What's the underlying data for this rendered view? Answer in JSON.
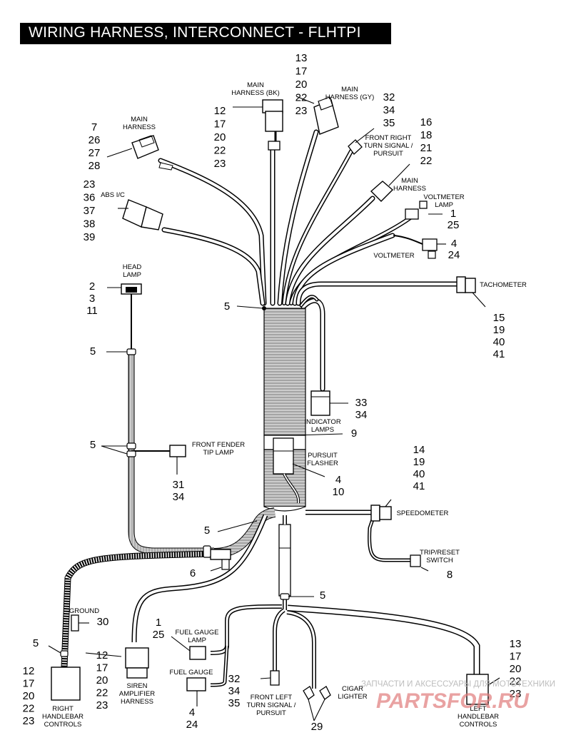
{
  "title": "WIRING HARNESS, INTERCONNECT - FLHTPI",
  "watermark": {
    "top": "ЗАПЧАСТИ И АКСЕССУАРЫ ДЛЯ МОТОТЕХНИКИ",
    "logo": "PARTSFOR.RU"
  },
  "labels": {
    "main_harness_bk": [
      "MAIN",
      "HARNESS (BK)"
    ],
    "main_harness_gy": [
      "MAIN",
      "HARNESS (GY)"
    ],
    "main_harness_left": [
      "MAIN",
      "HARNESS"
    ],
    "main_harness_right": [
      "MAIN",
      "HARNESS"
    ],
    "abs_ic": [
      "ABS I/C"
    ],
    "front_right_turn": [
      "FRONT RIGHT",
      "TURN SIGNAL /",
      "PURSUIT"
    ],
    "voltmeter_lamp": [
      "VOLTMETER",
      "LAMP"
    ],
    "voltmeter": [
      "VOLTMETER"
    ],
    "tachometer": [
      "TACHOMETER"
    ],
    "head_lamp": [
      "HEAD",
      "LAMP"
    ],
    "indicator_lamps": [
      "INDICATOR",
      "LAMPS"
    ],
    "front_fender_tip": [
      "FRONT FENDER",
      "TIP LAMP"
    ],
    "pursuit_flasher": [
      "PURSUIT",
      "FLASHER"
    ],
    "speedometer": [
      "SPEEDOMETER"
    ],
    "trip_reset": [
      "TRIP/RESET",
      "SWITCH"
    ],
    "ground": [
      "GROUND"
    ],
    "fuel_gauge_lamp": [
      "FUEL GAUGE",
      "LAMP"
    ],
    "fuel_gauge": [
      "FUEL GAUGE"
    ],
    "siren_amp": [
      "SIREN",
      "AMPLIFIER",
      "HARNESS"
    ],
    "right_handlebar": [
      "RIGHT",
      "HANDLEBAR",
      "CONTROLS"
    ],
    "front_left_turn": [
      "FRONT LEFT",
      "TURN SIGNAL /",
      "PURSUIT"
    ],
    "cigar_lighter": [
      "CIGAR",
      "LIGHTER"
    ],
    "left_handlebar": [
      "LEFT",
      "HANDLEBAR",
      "CONTROLS"
    ]
  },
  "callouts": {
    "main_bk": [
      "12",
      "17",
      "20",
      "22",
      "23"
    ],
    "main_gy": [
      "13",
      "17",
      "20",
      "22",
      "23"
    ],
    "main_left": [
      "7",
      "26",
      "27",
      "28"
    ],
    "abs": [
      "23",
      "36",
      "37",
      "38",
      "39"
    ],
    "front_right_turn": [
      "32",
      "34",
      "35"
    ],
    "main_right": [
      "16",
      "18",
      "21",
      "22"
    ],
    "voltmeter_lamp": [
      "1",
      "25"
    ],
    "voltmeter": [
      "4",
      "24"
    ],
    "tachometer": [
      "15",
      "19",
      "40",
      "41"
    ],
    "head_lamp": [
      "2",
      "3",
      "11"
    ],
    "sheath_top": [
      "5"
    ],
    "clip_upper": [
      "5"
    ],
    "indicator": [
      "33",
      "34"
    ],
    "flasher_bracket": [
      "9"
    ],
    "clip_pair": [
      "5"
    ],
    "front_fender": [
      "31",
      "34"
    ],
    "pursuit_flasher": [
      "4",
      "10"
    ],
    "speedometer": [
      "14",
      "19",
      "40",
      "41"
    ],
    "conduit_clip": [
      "5"
    ],
    "grommet": [
      "6"
    ],
    "trip_reset": [
      "8"
    ],
    "lower_clip": [
      "5"
    ],
    "ground": [
      "30"
    ],
    "fuel_gauge_lamp": [
      "1",
      "25"
    ],
    "right_clip": [
      "5"
    ],
    "right_handlebar": [
      "12",
      "17",
      "20",
      "22",
      "23"
    ],
    "siren_amp": [
      "12",
      "17",
      "20",
      "22",
      "23"
    ],
    "fuel_gauge": [
      "4",
      "24"
    ],
    "front_left_turn": [
      "32",
      "34",
      "35"
    ],
    "cigar_lighter": [
      "29"
    ],
    "left_handlebar": [
      "13",
      "17",
      "20",
      "22",
      "23"
    ]
  }
}
